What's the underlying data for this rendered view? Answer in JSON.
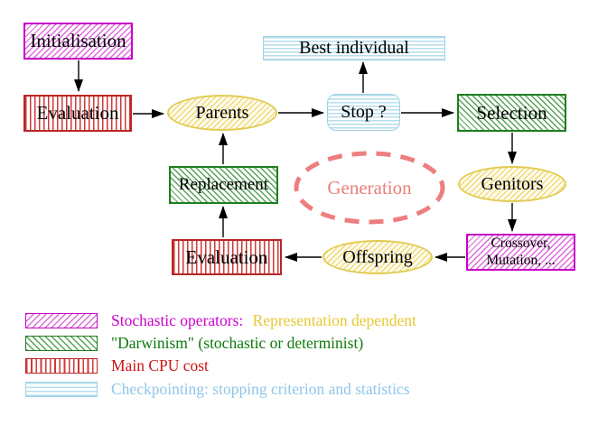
{
  "diagram": {
    "nodes": {
      "initialisation": "Initialisation",
      "evaluation_top": "Evaluation",
      "parents": "Parents",
      "stop": "Stop ?",
      "best_individual": "Best individual",
      "selection": "Selection",
      "genitors": "Genitors",
      "crossover_line1": "Crossover,",
      "crossover_line2": "Mutation, ...",
      "offspring": "Offspring",
      "evaluation_bottom": "Evaluation",
      "replacement": "Replacement",
      "generation": "Generation"
    },
    "colors": {
      "stochastic_magenta": "#c800c8",
      "darwinism_green": "#1f7d1f",
      "cpu_red": "#bb2525",
      "checkpoint_cyan": "#9fd2e4",
      "node_yellow_border": "#e2cb52",
      "generation_salmon": "#ee7e7e",
      "arrow_black": "#000000"
    }
  },
  "legend": {
    "items": [
      {
        "pattern": "magenta-diagonal-hatch",
        "label_primary": "Stochastic operators:",
        "label_secondary": "Representation dependent",
        "primary_color": "#cc00cc",
        "secondary_color": "#e7c832"
      },
      {
        "pattern": "green-diagonal-hatch",
        "label": "\"Darwinism\" (stochastic or determinist)",
        "color": "#0e7a0e"
      },
      {
        "pattern": "red-vertical-stripes",
        "label": "Main CPU cost",
        "color": "#cc1414"
      },
      {
        "pattern": "cyan-horizontal-stripes",
        "label": "Checkpointing: stopping criterion and statistics",
        "color": "#8fc6e8"
      }
    ]
  }
}
